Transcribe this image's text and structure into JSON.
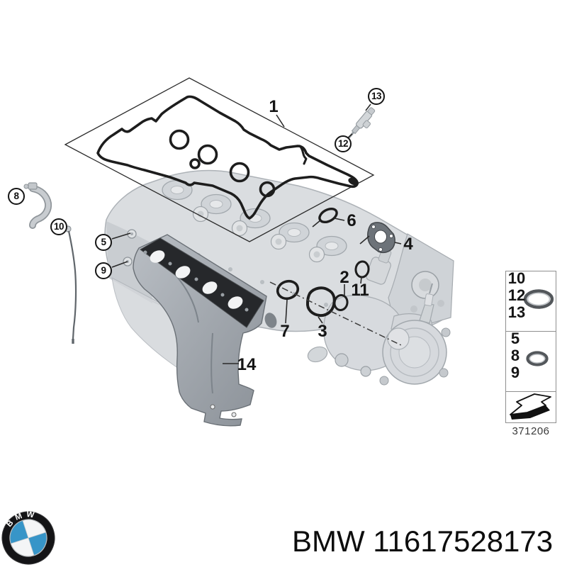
{
  "colors": {
    "line": "#1d1d1d",
    "engine_fill": "#dadde0",
    "shield_fill": "#9aa1a8",
    "manifold_gasket": "#26282b",
    "legend_border": "#8f8f8f",
    "bmw_blue": "#3795c8",
    "text": "#0d0d0d",
    "diagram_number_color": "#3a3a3a"
  },
  "diagram": {
    "callouts": {
      "1": {
        "label": "1",
        "circled": false
      },
      "2": {
        "label": "2",
        "circled": false
      },
      "3": {
        "label": "3",
        "circled": false
      },
      "4": {
        "label": "4",
        "circled": false
      },
      "5": {
        "label": "5",
        "circled": true
      },
      "6": {
        "label": "6",
        "circled": false
      },
      "7": {
        "label": "7",
        "circled": false
      },
      "8": {
        "label": "8",
        "circled": true
      },
      "9": {
        "label": "9",
        "circled": true
      },
      "10": {
        "label": "10",
        "circled": true
      },
      "11": {
        "label": "11",
        "circled": false
      },
      "12": {
        "label": "12",
        "circled": true
      },
      "13": {
        "label": "13",
        "circled": true
      },
      "14": {
        "label": "14",
        "circled": false
      }
    },
    "legend": {
      "top_group": {
        "items": [
          "10",
          "12",
          "13"
        ],
        "icon": "o-ring-large-icon"
      },
      "mid_group": {
        "items": [
          "5",
          "8",
          "9"
        ],
        "icon": "o-ring-small-icon"
      },
      "bottom_group": {
        "icon": "direction-arrow-icon"
      },
      "diagram_number": "371206"
    }
  },
  "footer": {
    "logo": "bmw-roundel-icon",
    "logo_text": "BMW",
    "part_label": "BMW 11617528173"
  }
}
